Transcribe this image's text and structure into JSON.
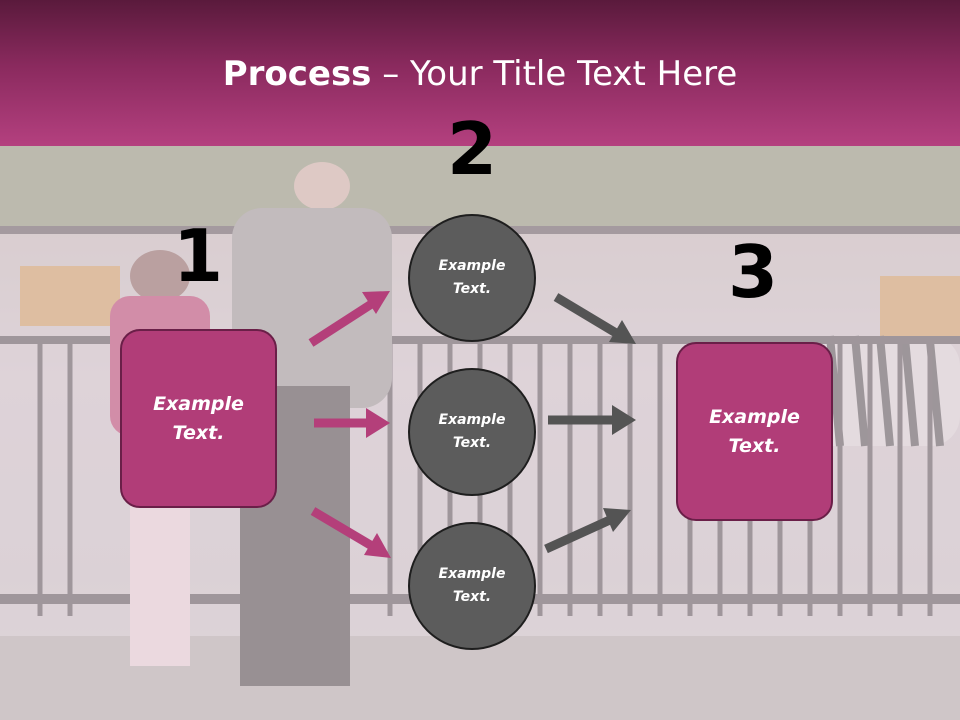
{
  "title": {
    "bold": "Process",
    "rest": " – Your Title Text Here"
  },
  "steps": [
    "1",
    "2",
    "3"
  ],
  "left_box": {
    "line1": "Example",
    "line2": "Text."
  },
  "circles": [
    {
      "line1": "Example",
      "line2": "Text."
    },
    {
      "line1": "Example",
      "line2": "Text."
    },
    {
      "line1": "Example",
      "line2": "Text."
    }
  ],
  "right_box": {
    "line1": "Example",
    "line2": "Text."
  },
  "colors": {
    "header_dark": "#5a1a3c",
    "header_light": "#b4407f",
    "box_fill": "#b13d78",
    "circle_fill": "#5c5c5c",
    "pink_arrow": "#b43f7a",
    "gray_arrow": "#545454"
  },
  "background_image": "zoo-visitors-at-fence-photo"
}
